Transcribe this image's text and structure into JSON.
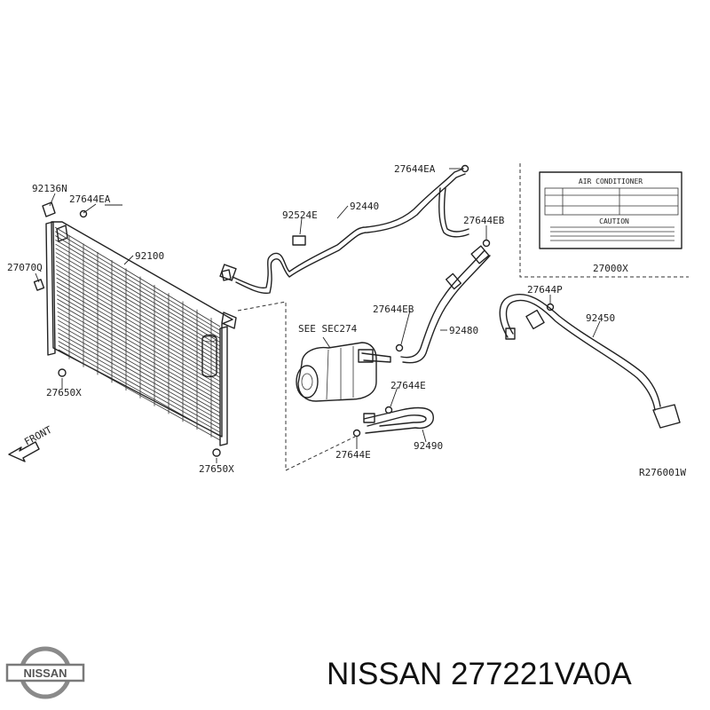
{
  "diagram": {
    "part_labels": {
      "p92136N": "92136N",
      "p27644EA_left": "27644EA",
      "p27070Q": "27070Q",
      "p92100": "92100",
      "p27650X_top": "27650X",
      "p27650X_bottom": "27650X",
      "p27644EA_top": "27644EA",
      "p92440": "92440",
      "p92524E": "92524E",
      "p27644EB_top": "27644EB",
      "p27644EB_mid": "27644EB",
      "p92480": "92480",
      "p27644E_mid": "27644E",
      "p27644E_bottom": "27644E",
      "p92490": "92490",
      "p27644P": "27644P",
      "p92450": "92450",
      "p27000X": "27000X",
      "see_sec": "SEE SEC274",
      "front": "FRONT",
      "drawing_code": "R276001W"
    },
    "label_plate": {
      "title": "AIR CONDITIONER",
      "caution": "CAUTION"
    }
  },
  "footer": {
    "brand": "NISSAN",
    "title": "NISSAN 277221VA0A"
  }
}
